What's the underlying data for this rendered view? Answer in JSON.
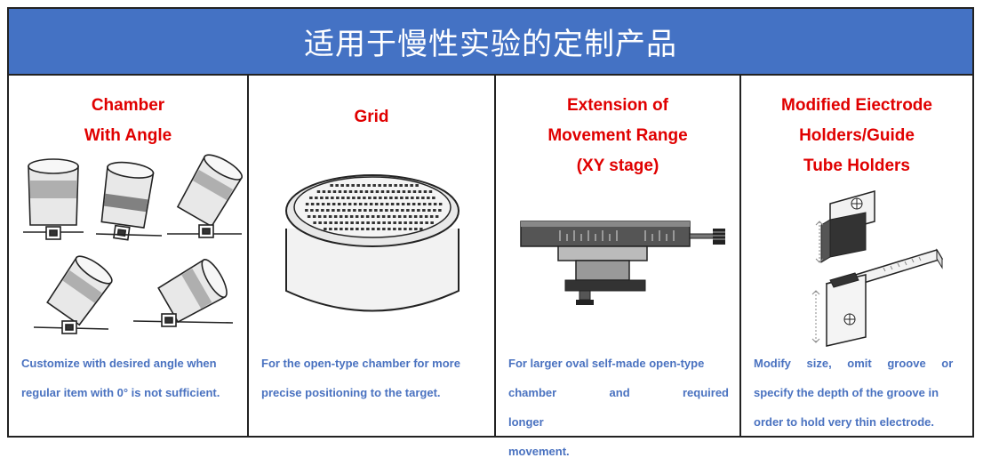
{
  "banner": {
    "title": "适用于慢性实验的定制产品"
  },
  "panels": [
    {
      "title_lines": [
        "Chamber",
        "With Angle"
      ],
      "desc_lines": [
        "Customize with desired angle when",
        "regular item with 0° is not sufficient."
      ]
    },
    {
      "title_lines": [
        "Grid"
      ],
      "desc_lines": [
        "For the open-type chamber for more",
        "precise positioning to the target."
      ]
    },
    {
      "title_lines": [
        "Extension of",
        "Movement Range",
        "(XY stage)"
      ],
      "desc_lines": [
        "For larger oval self-made open-type",
        "chamber and required longer",
        "movement."
      ]
    },
    {
      "title_lines": [
        "Modified Eiectrode",
        "Holders/Guide",
        "Tube Holders"
      ],
      "desc_lines": [
        "Modify size, omit groove or",
        "specify the depth of the groove in",
        "order to hold very thin electrode."
      ]
    }
  ],
  "colors": {
    "banner": "#4472c4",
    "title": "#e00000",
    "description": "#4a72c0"
  },
  "icons": [
    "angled-chamber-illustration",
    "grid-chamber-illustration",
    "xy-stage-illustration",
    "electrode-holder-illustration"
  ]
}
